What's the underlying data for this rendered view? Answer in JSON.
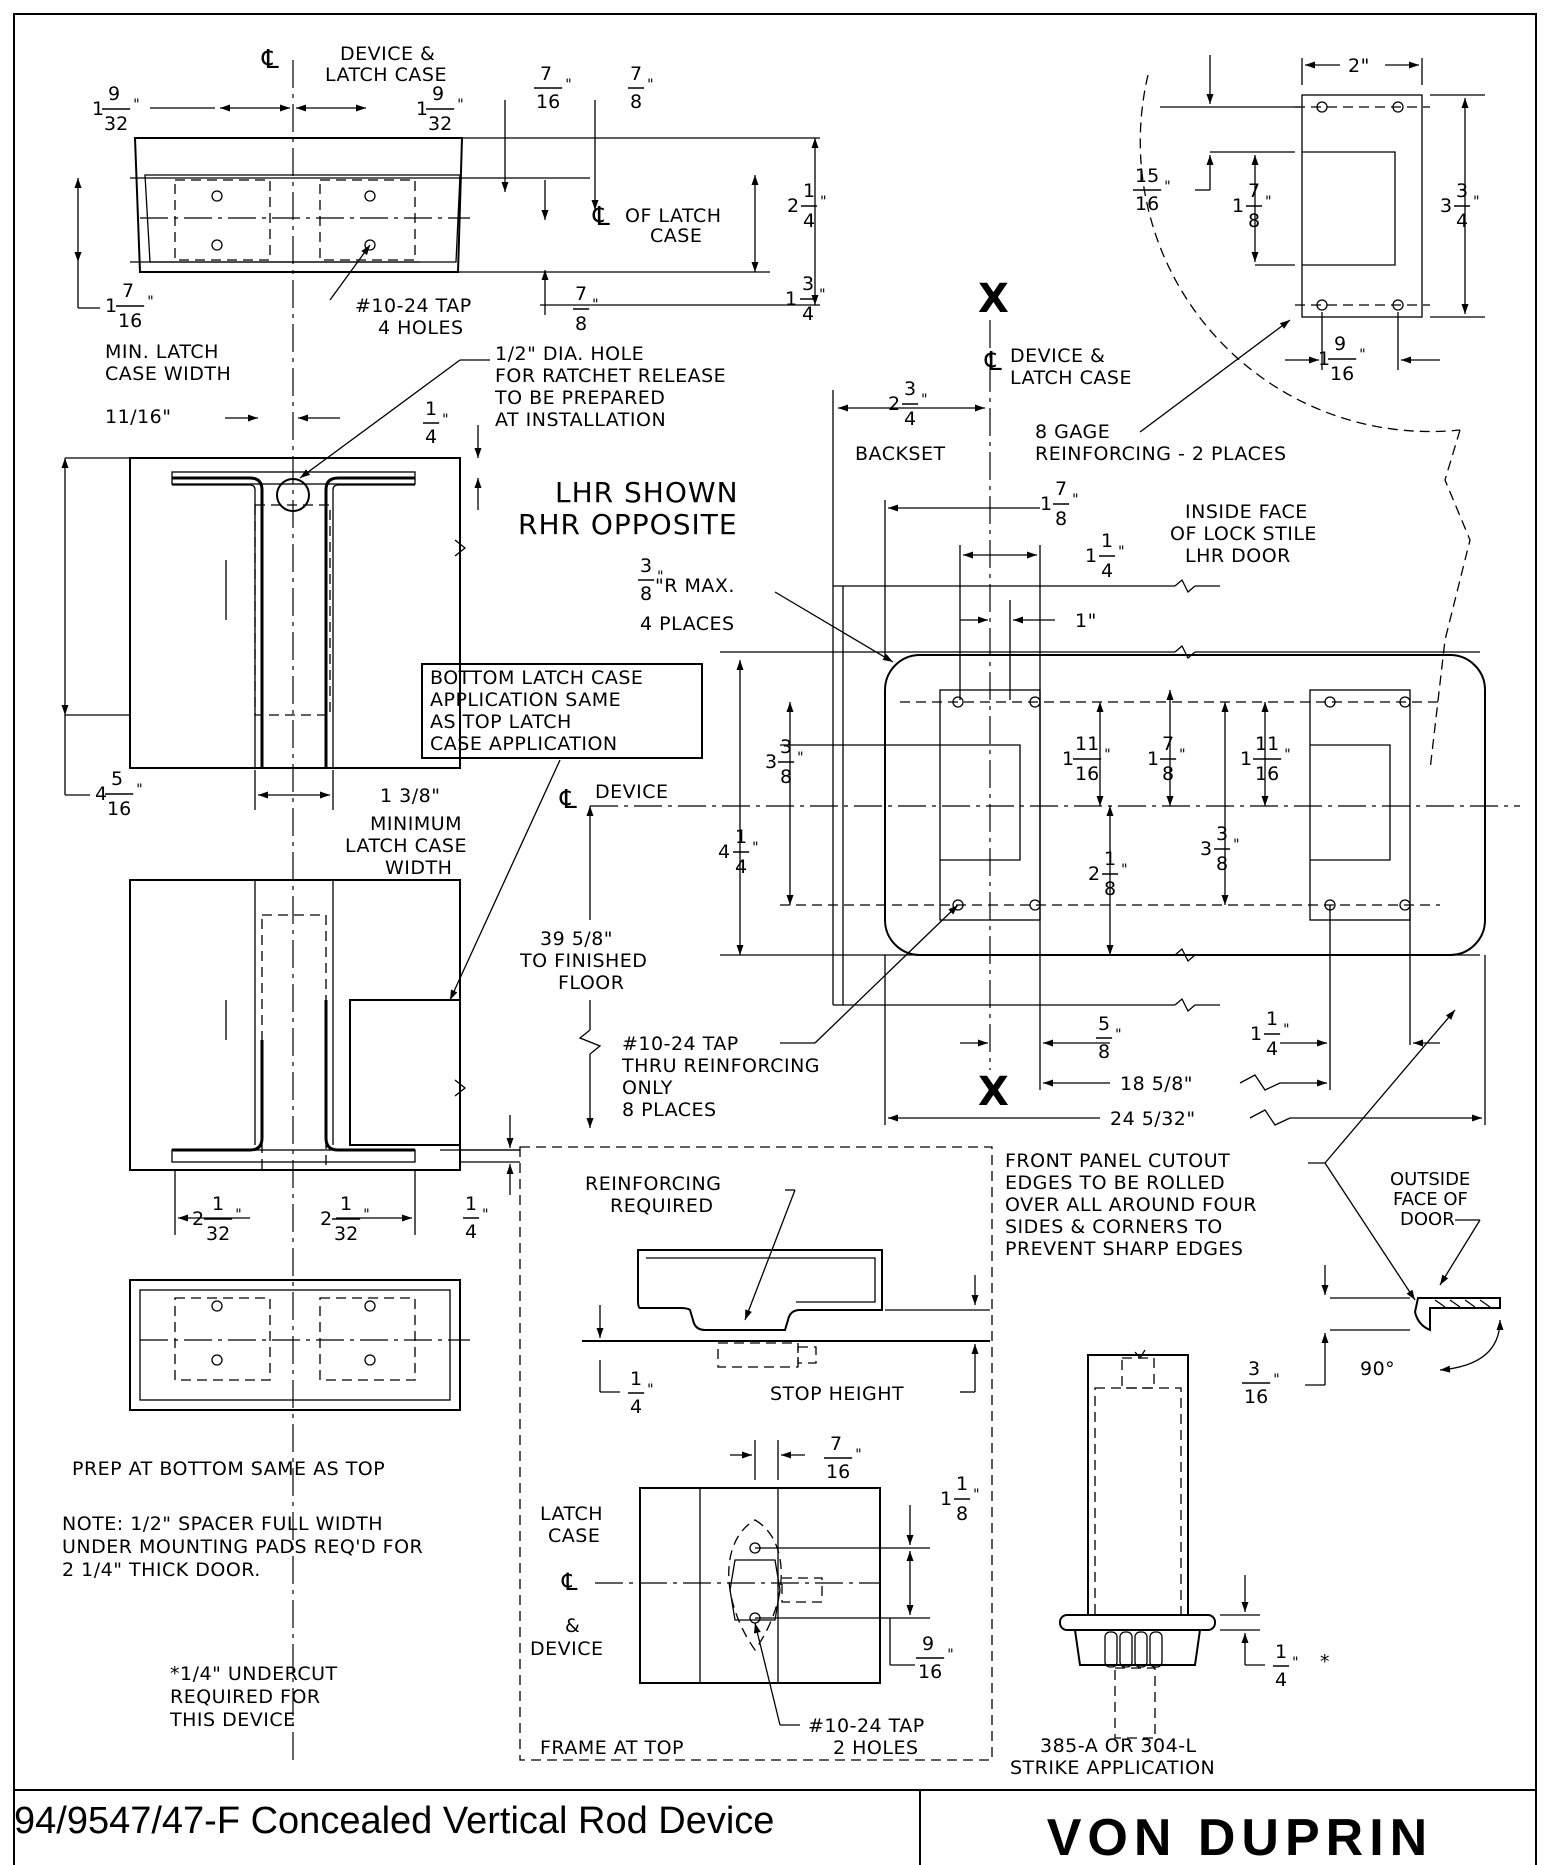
{
  "header": {
    "cl_device_latch_case_top": [
      "DEVICE &",
      "LATCH CASE"
    ],
    "cl_device_latch_case_right": [
      "DEVICE &",
      "LATCH CASE"
    ],
    "cl_of_latch_case": [
      "OF LATCH",
      "CASE"
    ]
  },
  "dims": {
    "d_1_9_32_left": [
      "1",
      "9",
      "32"
    ],
    "d_1_9_32_right": [
      "1",
      "9",
      "32"
    ],
    "d_7_16_top": [
      "",
      "7",
      "16"
    ],
    "d_7_8_top": [
      "",
      "7",
      "8"
    ],
    "d_2_1_4": [
      "2",
      "1",
      "4"
    ],
    "d_1_7_16": [
      "1",
      "7",
      "16"
    ],
    "d_7_8_bottom": [
      "",
      "7",
      "8"
    ],
    "d_1_3_4": [
      "1",
      "3",
      "4"
    ],
    "d_2in": "2\"",
    "d_15_16": [
      "",
      "15",
      "16"
    ],
    "d_1_7_8_detail": [
      "1",
      "7",
      "8"
    ],
    "d_3_3_4": [
      "3",
      "3",
      "4"
    ],
    "d_1_9_16": [
      "1",
      "9",
      "16"
    ],
    "d_11_16": "11/16\"",
    "d_1_4_a": [
      "",
      "1",
      "4"
    ],
    "d_4_5_16": [
      "4",
      "5",
      "16"
    ],
    "d_1_3_8": "1 3/8\"",
    "d_2_3_4": [
      "2",
      "3",
      "4"
    ],
    "d_1_7_8": [
      "1",
      "7",
      "8"
    ],
    "d_1_1_4_top": [
      "1",
      "1",
      "4"
    ],
    "d_1in": "1\"",
    "d_3_8_r": [
      "",
      "3",
      "8"
    ],
    "d_3_3_8_left": [
      "3",
      "3",
      "8"
    ],
    "d_1_11_16_left": [
      "1",
      "11",
      "16"
    ],
    "d_1_7_8_mid": [
      "1",
      "7",
      "8"
    ],
    "d_1_11_16_right": [
      "1",
      "11",
      "16"
    ],
    "d_4_1_4": [
      "4",
      "1",
      "4"
    ],
    "d_2_1_8": [
      "2",
      "1",
      "8"
    ],
    "d_3_3_8_right": [
      "3",
      "3",
      "8"
    ],
    "d_5_8": [
      "",
      "5",
      "8"
    ],
    "d_1_1_4_bottom": [
      "1",
      "1",
      "4"
    ],
    "d_18_5_8": "18 5/8\"",
    "d_24_5_32": "24 5/32\"",
    "d_2_1_32_left": [
      "2",
      "1",
      "32"
    ],
    "d_2_1_32_right": [
      "2",
      "1",
      "32"
    ],
    "d_1_4_b": [
      "",
      "1",
      "4"
    ],
    "d_1_4_c": [
      "",
      "1",
      "4"
    ],
    "d_7_16_frame": [
      "",
      "7",
      "16"
    ],
    "d_1_1_8": [
      "1",
      "1",
      "8"
    ],
    "d_9_16": [
      "",
      "9",
      "16"
    ],
    "d_3_16": [
      "",
      "3",
      "16"
    ],
    "d_1_4_strike": [
      "",
      "1",
      "4"
    ],
    "d_90": "90°"
  },
  "labels": {
    "tap_4_holes": [
      "#10-24 TAP",
      "4 HOLES"
    ],
    "min_latch_case_width": [
      "MIN. LATCH",
      "CASE WIDTH"
    ],
    "ratchet_hole": [
      "1/2\" DIA. HOLE",
      "FOR RATCHET RELEASE",
      "TO BE PREPARED",
      "AT INSTALLATION"
    ],
    "lhr_shown": [
      "LHR SHOWN",
      "RHR OPPOSITE"
    ],
    "backset": "BACKSET",
    "gage_reinforcing": [
      "8 GAGE",
      "REINFORCING - 2 PLACES"
    ],
    "inside_face": [
      "INSIDE FACE",
      "OF LOCK STILE",
      "LHR DOOR"
    ],
    "r_max": [
      "\"R MAX.",
      "4 PLACES"
    ],
    "bottom_latch_box": [
      "BOTTOM LATCH CASE",
      "APPLICATION SAME",
      "AS TOP LATCH",
      "CASE APPLICATION"
    ],
    "cl_device": "DEVICE",
    "minimum_latch_width": [
      "MINIMUM",
      "LATCH CASE",
      "WIDTH"
    ],
    "to_finished_floor": [
      "39 5/8\"",
      "TO FINISHED",
      "FLOOR"
    ],
    "tap_reinforcing": [
      "#10-24 TAP",
      "THRU REINFORCING",
      "ONLY",
      "8 PLACES"
    ],
    "x_mark_top": "X",
    "x_mark_bottom": "X",
    "front_panel": [
      "FRONT PANEL CUTOUT",
      "EDGES TO BE ROLLED",
      "OVER ALL AROUND FOUR",
      "SIDES & CORNERS TO",
      "PREVENT SHARP EDGES"
    ],
    "outside_face": [
      "OUTSIDE",
      "FACE OF",
      "DOOR"
    ],
    "reinforcing_required": [
      "REINFORCING",
      "REQUIRED"
    ],
    "stop_height": "STOP HEIGHT",
    "prep_bottom": "PREP AT BOTTOM SAME AS TOP",
    "note_spacer": [
      "NOTE: 1/2\" SPACER FULL WIDTH",
      "UNDER MOUNTING PADS REQ'D FOR",
      "2 1/4\" THICK DOOR."
    ],
    "latch_case_frame": [
      "LATCH",
      "CASE"
    ],
    "and_device": [
      "&",
      "DEVICE"
    ],
    "tap_2_holes": [
      "#10-24 TAP",
      "2 HOLES"
    ],
    "frame_at_top": "FRAME AT TOP",
    "undercut": [
      "*1/4\" UNDERCUT",
      "REQUIRED FOR",
      "THIS DEVICE"
    ],
    "strike_application": [
      "385-A OR 304-L",
      "STRIKE APPLICATION"
    ],
    "asterisk": "*"
  },
  "footer": {
    "title": "94/9547/47-F Concealed Vertical Rod Device",
    "brand": "VON DUPRIN"
  }
}
